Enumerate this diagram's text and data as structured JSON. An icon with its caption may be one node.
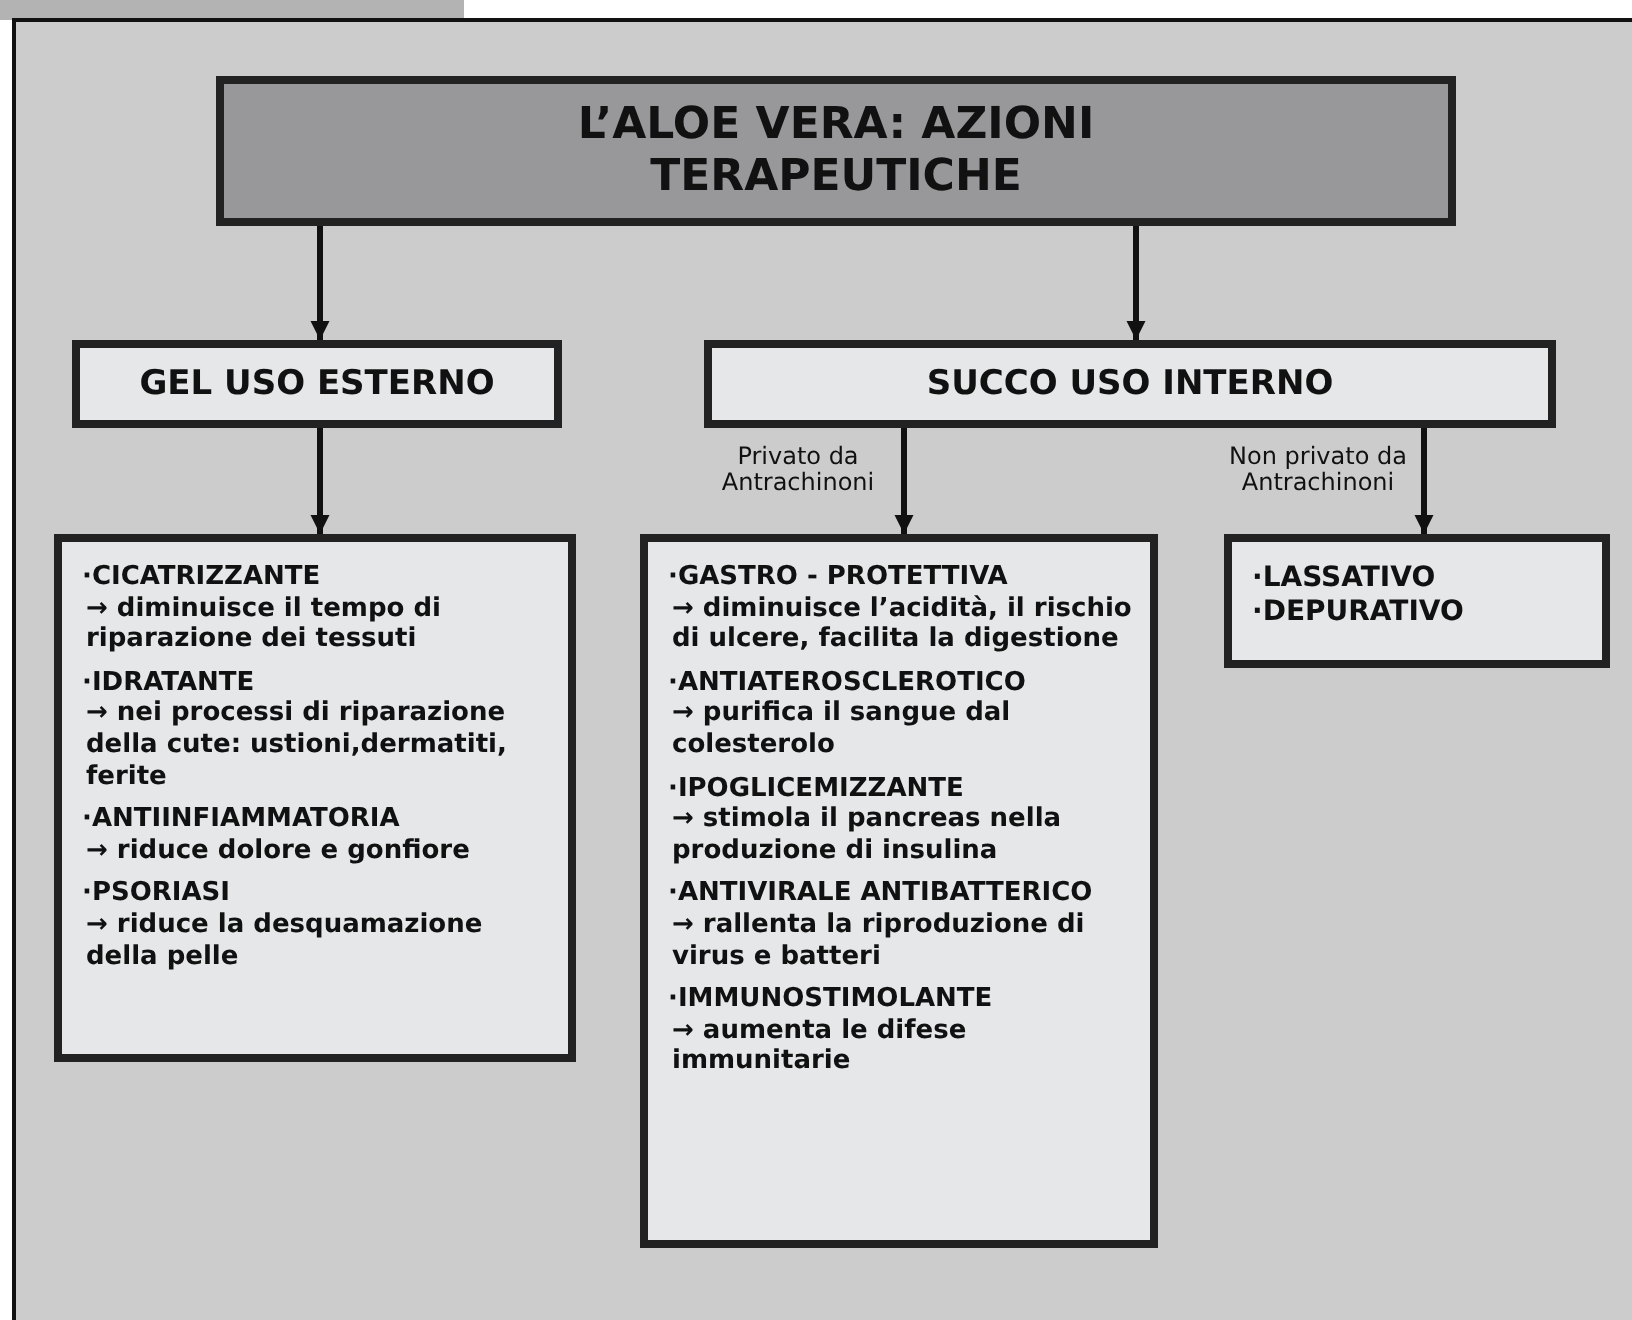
{
  "diagram": {
    "nodes": [
      {
        "text": [
          "L’ALOE VERA: AZIONI TERAPEUTICHE"
        ]
      },
      {
        "text": [
          "GEL USO ESTERNO"
        ]
      },
      {
        "text": [
          "SUCCO USO INTERNO"
        ]
      },
      {
        "text": [
          "·CICATRIZZANTE",
          "→ diminuisce il tempo di riparazione dei tessuti",
          "·IDRATANTE",
          "→ nei processi di riparazione della cute: ustioni,dermatiti, ferite",
          "·ANTIINFIAMMATORIA",
          "→ riduce dolore e gonfiore",
          "·PSORIASI",
          "→ riduce la desquamazione della pelle"
        ]
      },
      {
        "text": [
          "·GASTRO - PROTETTIVA",
          "→ diminuisce l’acidità, il rischio di ulcere, facilita la digestione",
          "·ANTIATEROSCLEROTICO",
          "→ purifica il sangue dal colesterolo",
          "·IPOGLICEMIZZANTE",
          "→ stimola il pancreas nella produzione di insulina",
          "·ANTIVIRALE ANTIBATTERICO",
          "→ rallenta la riproduzione di virus e batteri",
          "·IMMUNOSTIMOLANTE",
          "→ aumenta le difese immunitarie"
        ]
      },
      {
        "text": [
          "·LASSATIVO",
          "·DEPURATIVO"
        ]
      }
    ],
    "edges": [
      {
        "from": 0,
        "to": 1,
        "arrow": "to"
      },
      {
        "from": 0,
        "to": 2,
        "arrow": "to"
      },
      {
        "from": 1,
        "to": 3,
        "arrow": "to"
      },
      {
        "from": 2,
        "to": 4,
        "arrow": "to",
        "label": "Privato da Antrachinoni"
      },
      {
        "from": 2,
        "to": 5,
        "arrow": "to",
        "label": "Non privato da Antrachinoni"
      }
    ]
  }
}
